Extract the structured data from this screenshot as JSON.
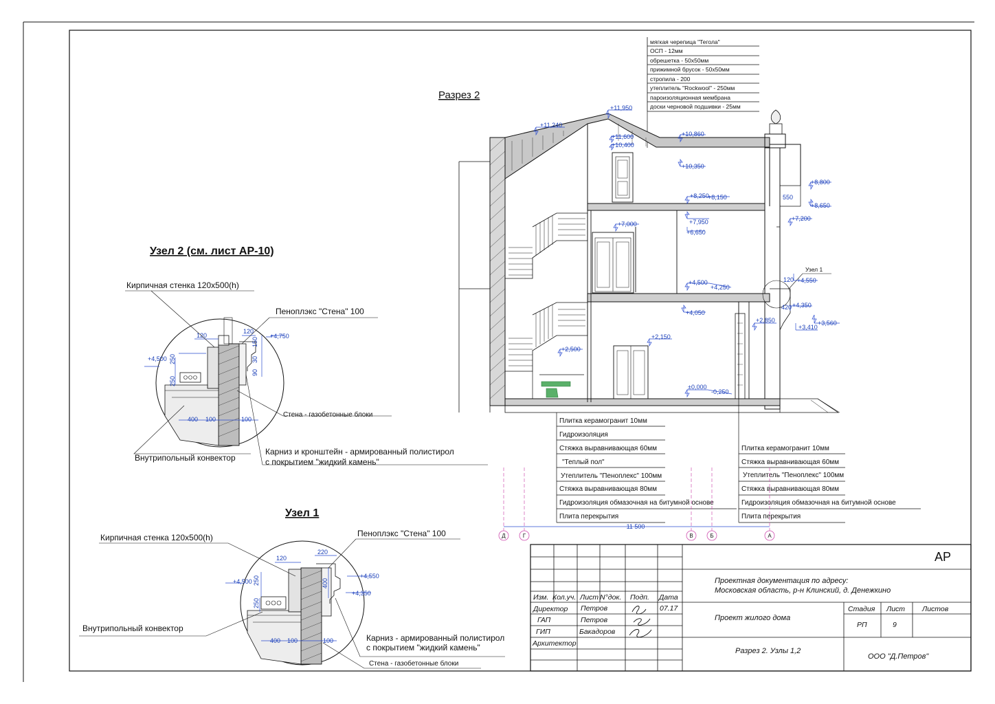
{
  "section": {
    "title": "Разрез 2",
    "roof_layers": [
      "мягкая черепица \"Тегола\"",
      "ОСП - 12мм",
      "обрешетка - 50х50мм",
      "прижимной брусок - 50х50мм",
      "стропила - 200",
      "утеплитель \"Rockwool\" - 250мм",
      "пароизоляционная мембрана",
      "доски черновой подшивки - 25мм"
    ],
    "levels": [
      "+11,950",
      "+11,240",
      "+11,600",
      "+10,400",
      "+10,860",
      "+10,350",
      "+8,800",
      "+8,650",
      "+8,250",
      "+8,150",
      "+7,950",
      "+7,200",
      "+7,000",
      "+6,650",
      "+4,500",
      "+4,250",
      "+4,550",
      "+4,350",
      "+4,050",
      "+3,560",
      "+3,410",
      "+2,850",
      "+2,500",
      "+2,150",
      "±0,000",
      "-0,250"
    ],
    "dims": [
      "550",
      "120",
      "420"
    ],
    "node_label": "Узел 1",
    "floor_left": [
      "Плитка керамогранит 10мм",
      "Гидроизоляция",
      "Стяжка выравнивающая 60мм",
      "\"Теплый пол\"",
      "Утеплитель \"Пеноплекс\" 100мм",
      "Стяжка выравнивающая 80мм",
      "Гидроизоляция обмазочная на битумной основе",
      "Плита перекрытия"
    ],
    "floor_right": [
      "Плитка керамогранит 10мм",
      "Стяжка выравнивающая 60мм",
      "Утеплитель \"Пеноплекс\" 100мм",
      "Стяжка выравнивающая 80мм",
      "Гидроизоляция обмазочная на битумной основе",
      "Плита перекрытия"
    ],
    "axes": [
      "Д",
      "Г",
      "В",
      "Б",
      "А"
    ],
    "axis_dim": "11 500"
  },
  "node2": {
    "title": "Узел 2 (см. лист АР-10)",
    "labels": {
      "brick": "Кирпичная стенка 120х500(h)",
      "penoplex": "Пеноплэкс \"Стена\" 100",
      "wall": "Стена - газобетонные блоки",
      "convector": "Внутрипольный конвектор",
      "cornice1": "Карниз и кронштейн - армированный полистирол",
      "cornice2": "с покрытием \"жидкий камень\""
    },
    "dims": {
      "d120a": "120",
      "d120b": "120",
      "d150": "150",
      "d30": "30",
      "d90": "90",
      "d250a": "250",
      "d250b": "250",
      "d400": "400",
      "d100a": "100",
      "d100b": "100"
    },
    "levels": {
      "lv1": "+4,750",
      "lv2": "+4,500"
    }
  },
  "node1": {
    "title": "Узел 1",
    "labels": {
      "brick": "Кирпичная стенка 120х500(h)",
      "penoplex": "Пеноплэкс \"Стена\" 100",
      "convector": "Внутрипольный конвектор",
      "cornice1": "Карниз - армированный полистирол",
      "cornice2": "с покрытием \"жидкий камень\"",
      "wall": "Стена - газобетонные блоки"
    },
    "dims": {
      "d120": "120",
      "d220": "220",
      "d400v": "400",
      "d250a": "250",
      "d250b": "250",
      "d400": "400",
      "d100a": "100",
      "d100b": "100"
    },
    "levels": {
      "lv1": "+4,550",
      "lv2": "+4,350",
      "lv3": "+4,500"
    }
  },
  "titleblock": {
    "code": "АР",
    "address1": "Проектная документация по адресу:",
    "address2": "Московская область, р-н Клинский, д. Денежкино",
    "project": "Проект жилого дома",
    "sheet_title": "Разрез 2. Узлы 1,2",
    "company": "ООО \"Д.Петров\"",
    "h_izm": "Изм.",
    "h_kol": "Кол.уч.",
    "h_list": "Лист",
    "h_ndoc": "N°док.",
    "h_podp": "Подп.",
    "h_data": "Дата",
    "r1_role": "Директор",
    "r1_name": "Петров",
    "r1_date": "07.17",
    "r2_role": "ГАП",
    "r2_name": "Петров",
    "r3_role": "ГИП",
    "r3_name": "Бакадоров",
    "r4_role": "Архитектор",
    "stage_h": "Стадия",
    "sheet_h": "Лист",
    "sheets_h": "Листов",
    "stage": "РП",
    "sheet": "9"
  }
}
